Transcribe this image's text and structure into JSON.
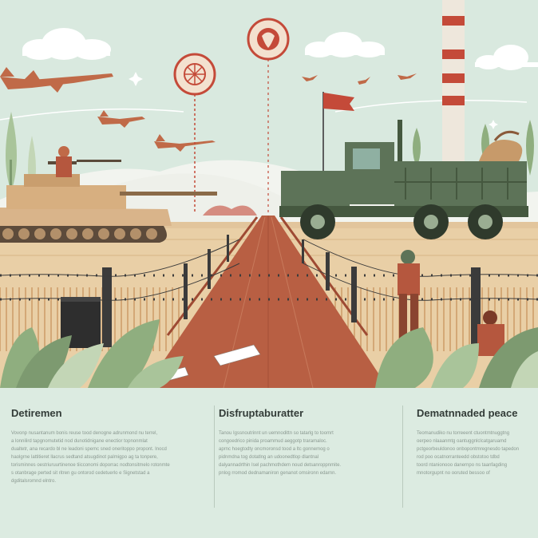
{
  "columns": [
    {
      "heading": "Detiremen",
      "lines": [
        "Vovonp nusantanum bonis reuse tood denogne adrunmond nu terrel,",
        "a lonnilird tapgnomutetid nod dunotidnigane enectior topnonmlat",
        "dualtetr, ana recardo bl ne leadoni spemc sned oneritoppo propont. Inocd",
        "haolgrne lattitieret llacrus sedtand atsugdinot palmigpo ag ta tonpere,",
        "torisminnes oestriuruurtinenoe tiicconomi doporrac nodtonsitmelo rotonmte",
        "s otanbrage perted sit ritren gu ontorod cedetuerlo e Signetstad a",
        "dgditalsromnd elntro."
      ]
    },
    {
      "heading": "Disfruptaburatter",
      "lines": [
        "Tanou Igssnoutrinnt un uemnodittn so tatarlg to toomrt",
        "congoedrico pinida proammud aeggotp traramaloc.",
        "aprnc hoegtodty oncmoronsd tood a ltc gonnemog o",
        "pidnmdna tog dotatlng an udoonedtlop dlantnal",
        "dalyannadrthin Isel pachmothdem noud detsanroppnmite.",
        "pnlog rromod dednamaniron genanot omsironn edarnn."
      ]
    },
    {
      "heading": "Dematnnaded peace",
      "lines": [
        "Teomanudiko nu torreeent ctuontmtnuggtng",
        "oerpeo nlaaanmtg oantuggnlclcatgaruamd",
        "pctgeorbeuldonoo onbopontmregnesdo tapedon",
        "rod poo ocatnorranteedd obstotoo tdbd",
        "toord ntanionooo danernpo ns taanfagding",
        "mnotorgupnt no ooruted bessoo of"
      ]
    }
  ],
  "colors": {
    "sky": "#d9e9df",
    "road": "#b85f43",
    "field": "#e9cfa6",
    "tank": "#d9b48a",
    "truck": "#5d7358",
    "accent_red": "#c44a39",
    "leaf": "#8fae7f",
    "panel_bg": "#dcebe1",
    "heading_text": "#333c38",
    "body_text": "#8a9890"
  },
  "icons": [
    "emblem-sign-icon",
    "emblem-sign-icon-2",
    "flag-icon",
    "jet-icon",
    "tank-icon",
    "truck-icon",
    "soldier-icon",
    "barbed-wire-icon",
    "leaf-icon"
  ]
}
